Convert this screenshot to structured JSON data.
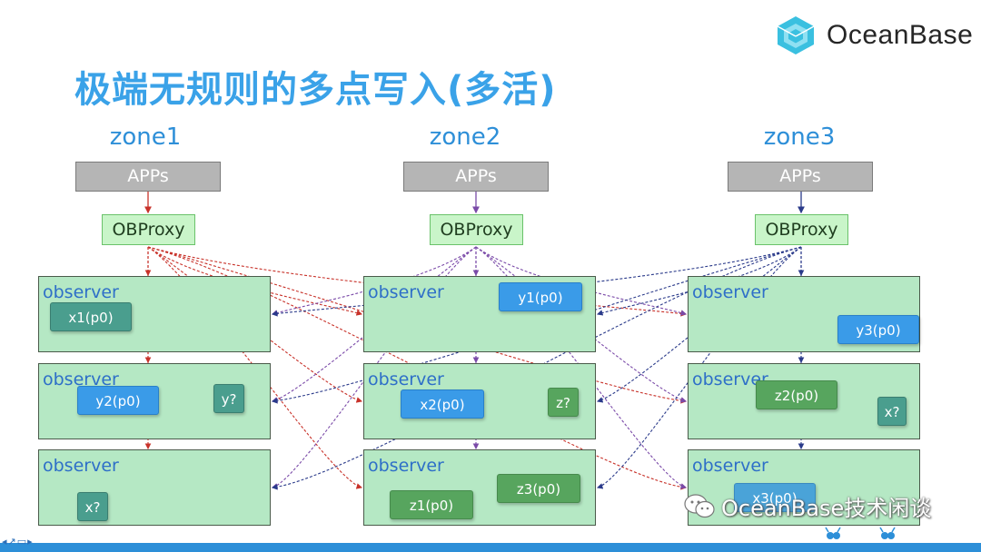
{
  "brand": {
    "name": "OceanBase",
    "accent_color": "#3ac0e0"
  },
  "title": "极端无规则的多点写入(多活)",
  "zones": [
    {
      "label": "zone1",
      "apps": "APPs",
      "proxy": "OBProxy",
      "observers": [
        {
          "label": "observer",
          "partitions": [
            {
              "text": "x1(p0)",
              "kind": "dark"
            }
          ]
        },
        {
          "label": "observer",
          "partitions": [
            {
              "text": "y2(p0)",
              "kind": "blue"
            },
            {
              "text": "y?",
              "kind": "dark"
            }
          ]
        },
        {
          "label": "observer",
          "partitions": [
            {
              "text": "x?",
              "kind": "dark"
            }
          ]
        }
      ]
    },
    {
      "label": "zone2",
      "apps": "APPs",
      "proxy": "OBProxy",
      "observers": [
        {
          "label": "observer",
          "partitions": [
            {
              "text": "y1(p0)",
              "kind": "blue"
            }
          ]
        },
        {
          "label": "observer",
          "partitions": [
            {
              "text": "x2(p0)",
              "kind": "blue"
            },
            {
              "text": "z?",
              "kind": "green"
            }
          ]
        },
        {
          "label": "observer",
          "partitions": [
            {
              "text": "z1(p0)",
              "kind": "green"
            },
            {
              "text": "z3(p0)",
              "kind": "green"
            }
          ]
        }
      ]
    },
    {
      "label": "zone3",
      "apps": "APPs",
      "proxy": "OBProxy",
      "observers": [
        {
          "label": "observer",
          "partitions": [
            {
              "text": "y3(p0)",
              "kind": "blue"
            }
          ]
        },
        {
          "label": "observer",
          "partitions": [
            {
              "text": "z2(p0)",
              "kind": "green"
            },
            {
              "text": "x?",
              "kind": "dark"
            }
          ]
        },
        {
          "label": "observer",
          "partitions": [
            {
              "text": "x3(p0)",
              "kind": "fade-blue"
            }
          ]
        }
      ]
    }
  ],
  "watermark": {
    "text": "OceanBase技术闲谈",
    "icon": "wechat-icon"
  },
  "colors": {
    "title": "#3aa2e8",
    "zone_label": "#2e8fd8",
    "apps_fill": "#b5b5b5",
    "proxy_fill": "#c9f5c9",
    "observer_fill": "#b5e8c4",
    "arrow_zone1": "#c8322a",
    "arrow_zone2": "#7a4aa8",
    "arrow_zone3": "#2a3a8a",
    "bottom_bar": "#2d8fd8"
  },
  "footer": {
    "nav_icons": "◂↗▭▸"
  }
}
